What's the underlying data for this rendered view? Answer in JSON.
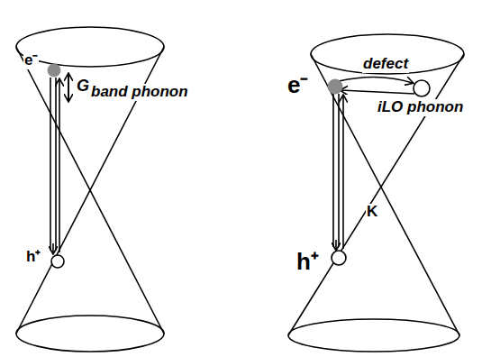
{
  "diagram": {
    "labels": [
      "e⁻",
      "G",
      "band phonon",
      "h⁺",
      "e⁻",
      "defect",
      "iLO phonon",
      "K",
      "h⁺"
    ]
  }
}
